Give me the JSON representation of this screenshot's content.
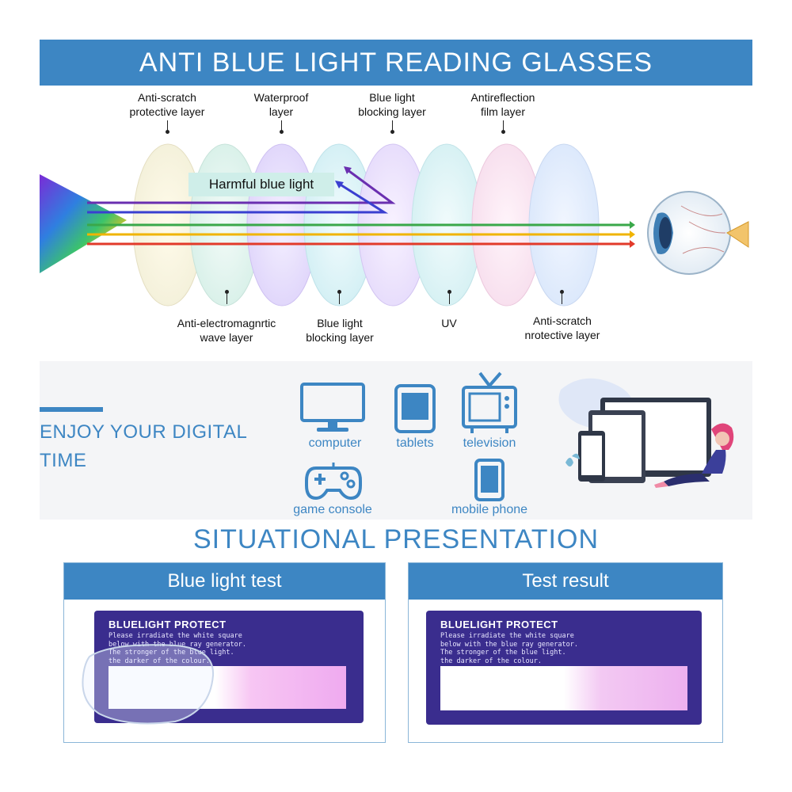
{
  "header": {
    "title": "ANTI BLUE LIGHT READING GLASSES"
  },
  "layers": {
    "top": [
      "Anti-scratch\nprotective layer",
      "Waterproof\nlayer",
      "Blue light\nblocking layer",
      "Antireflection\nfilm layer"
    ],
    "bottom": [
      "Anti-electromagnrtic\nwave layer",
      "Blue light\nblocking layer",
      "UV",
      "Anti-scratch\nnrotective layer"
    ],
    "harmful_label": "Harmful blue light"
  },
  "colors": {
    "accent": "#3d86c3",
    "card": "#3a2d8e",
    "ray_purple": "#6a2fb0",
    "ray_blue": "#3a3fd0",
    "ray_green": "#3aa84a",
    "ray_yellow": "#f0b400",
    "ray_red": "#e23a2a"
  },
  "digital": {
    "headline_line1": "ENJOY YOUR DIGITAL",
    "headline_line2": "TIME",
    "devices": {
      "computer": "computer",
      "tablets": "tablets",
      "television": "television",
      "game_console": "game console",
      "mobile_phone": "mobile phone"
    }
  },
  "situational": {
    "title": "SITUATIONAL PRESENTATION",
    "left_panel": {
      "title": "Blue light test"
    },
    "right_panel": {
      "title": "Test result"
    },
    "card": {
      "title": "BLUELIGHT PROTECT",
      "text": "Please irradiate the white square\nbelow with the blue ray generator.\nThe stronger of the blue light.\nthe darker of the colour."
    }
  }
}
